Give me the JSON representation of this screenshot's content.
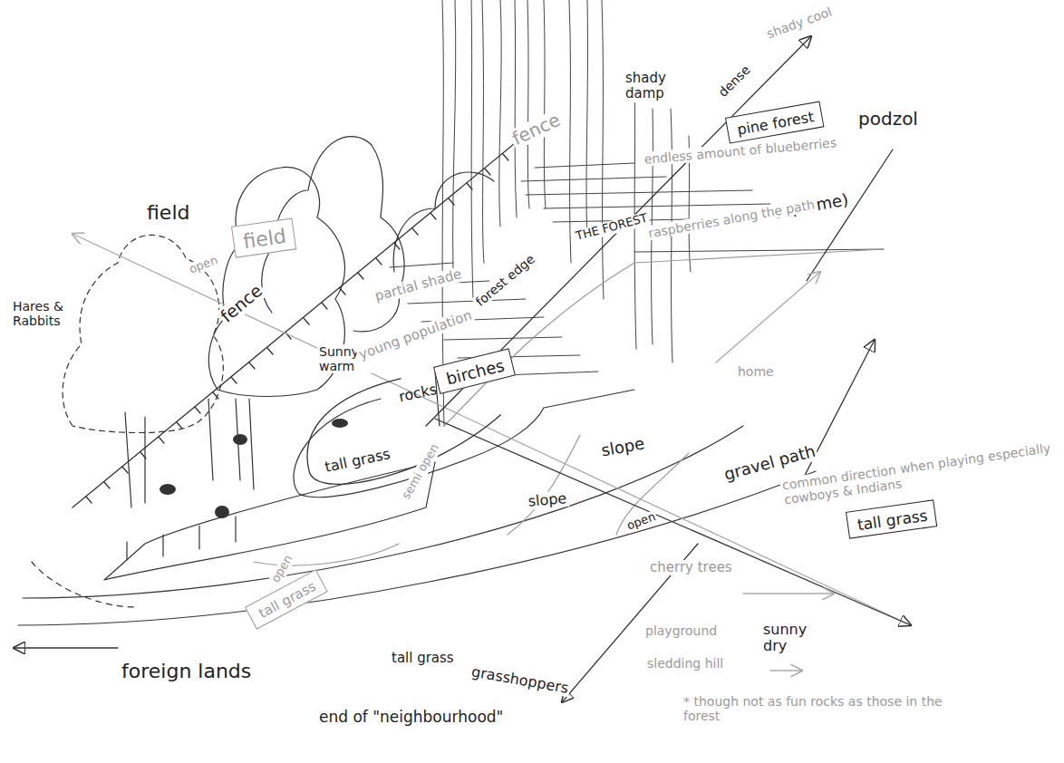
{
  "diagram": {
    "nodes": [
      {
        "text": [
          "field"
        ]
      },
      {
        "text": [
          "pine forest"
        ]
      },
      {
        "text": [
          "birches"
        ]
      },
      {
        "text": [
          "tall grass"
        ]
      },
      {
        "text": [
          "tall grass"
        ]
      },
      {
        "text": [
          "rocks",
          "tall grass"
        ]
      }
    ],
    "labels": [
      "field",
      "Hares & Rabbits",
      "fence",
      "fence",
      "Sunny warm",
      "young population",
      "partial shade",
      "forest edge",
      "THE FOREST",
      "shady damp",
      "dense",
      "shady cool",
      "podzol",
      "endless amount of blueberries",
      "(home)",
      "raspberries along the path",
      "home",
      "slope",
      "slope",
      "gravel path",
      "common direction when playing especially cowboys & Indians",
      "cherry trees",
      "playground",
      "sledding hill",
      "sunny dry",
      "* though not as fun rocks as those in the forest",
      "open",
      "semi open",
      "open",
      "open",
      "tall grass",
      "grasshoppers",
      "end of \"neighbourhood\"",
      "foreign lands"
    ]
  }
}
